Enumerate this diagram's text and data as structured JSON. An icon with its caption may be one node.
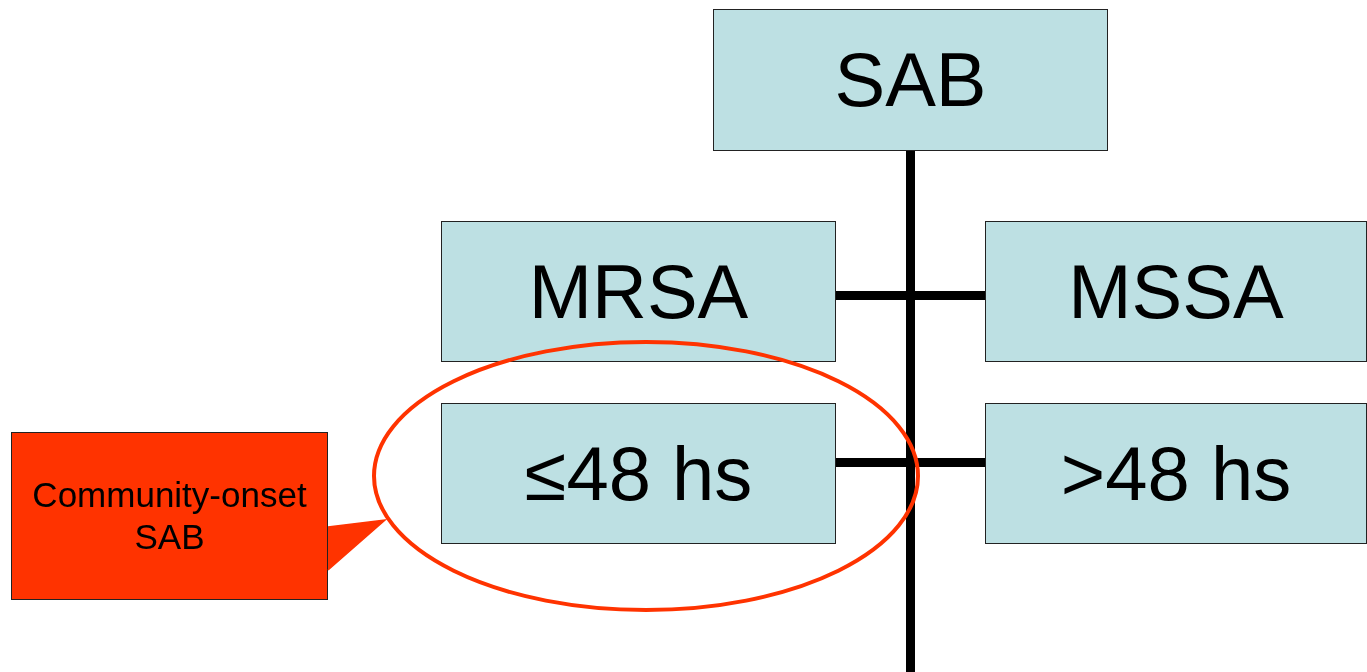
{
  "diagram": {
    "nodes": [
      {
        "text": [
          "SAB"
        ]
      },
      {
        "text": [
          "MRSA"
        ]
      },
      {
        "text": [
          "MSSA"
        ]
      },
      {
        "text": [],
        "shape": "ellipse"
      },
      {
        "text": [
          "≤48 hs"
        ],
        "in": 3
      },
      {
        "text": [
          ">48 hs"
        ]
      },
      {
        "text": [
          "Community-onset SAB"
        ]
      }
    ],
    "edges": [
      {
        "from": 0,
        "to": null,
        "arrow": "none"
      },
      {
        "from": 1,
        "to": 2,
        "arrow": "none"
      },
      {
        "from": 4,
        "to": 5,
        "arrow": "none"
      },
      {
        "from": 6,
        "to": 3,
        "arrow": "to",
        "color": "#ff3300"
      }
    ]
  }
}
